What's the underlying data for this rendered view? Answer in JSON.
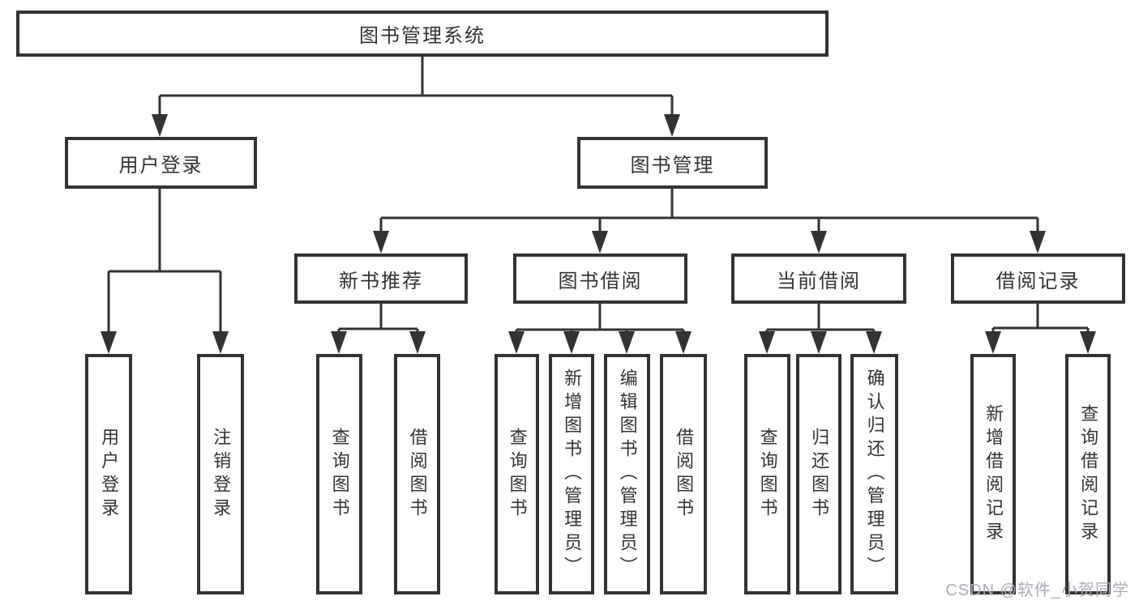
{
  "colors": {
    "line": "#333333",
    "ink": "#333333",
    "background": "#ffffff",
    "watermark": "#a9adb6"
  },
  "diagram": {
    "root": {
      "label": "图书管理系统"
    },
    "branches": [
      {
        "label": "用户登录",
        "children": [
          {
            "label": "用户登录"
          },
          {
            "label": "注销登录"
          }
        ]
      },
      {
        "label": "图书管理",
        "children": [
          {
            "label": "新书推荐",
            "children": [
              {
                "label": "查询图书"
              },
              {
                "label": "借阅图书"
              }
            ]
          },
          {
            "label": "图书借阅",
            "children": [
              {
                "label": "查询图书"
              },
              {
                "label": "新增图书（管理员）"
              },
              {
                "label": "编辑图书（管理员）"
              },
              {
                "label": "借阅图书"
              }
            ]
          },
          {
            "label": "当前借阅",
            "children": [
              {
                "label": "查询图书"
              },
              {
                "label": "归还图书"
              },
              {
                "label": "确认归还（管理员）"
              }
            ]
          },
          {
            "label": "借阅记录",
            "children": [
              {
                "label": "新增借阅记录"
              },
              {
                "label": "查询借阅记录"
              }
            ]
          }
        ]
      }
    ]
  },
  "watermark": {
    "text": "CSDN @软件_小贺同学"
  }
}
